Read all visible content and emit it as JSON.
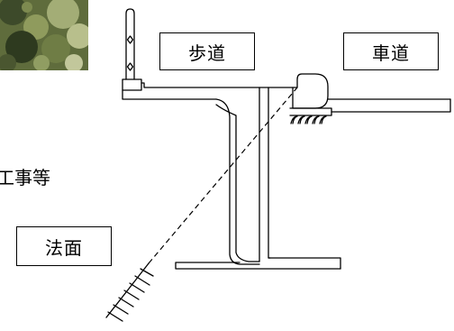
{
  "labels": {
    "sidewalk": "歩道",
    "roadway": "車道",
    "slope": "法面",
    "works_partial": "工事等"
  },
  "colors": {
    "line": "#000000",
    "background": "#ffffff",
    "photo_dark": "#3d4a2a",
    "photo_mid": "#6f7d45",
    "photo_light": "#a3ad76"
  }
}
